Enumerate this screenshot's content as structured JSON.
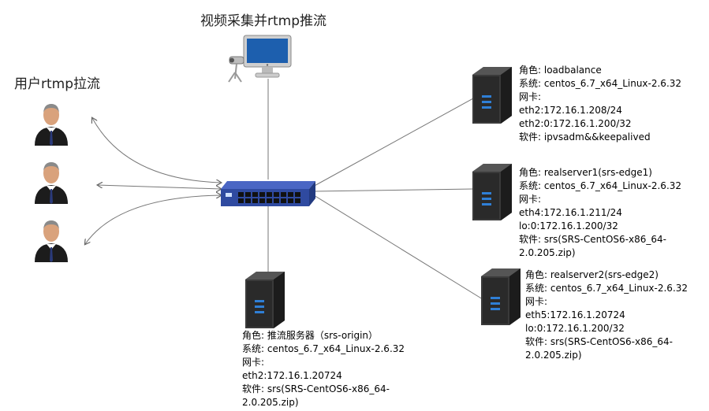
{
  "labels": {
    "capture_title": "视频采集并rtmp推流",
    "pull_title": "用户rtmp拉流"
  },
  "servers": {
    "lb": {
      "lines": [
        "角色: loadbalance",
        "系统: centos_6.7_x64_Linux-2.6.32",
        "网卡:",
        "eth2:172.16.1.208/24",
        "eth2:0:172.16.1.200/32",
        "软件: ipvsadm&&keepalived"
      ]
    },
    "rs1": {
      "lines": [
        "角色: realserver1(srs-edge1)",
        "系统: centos_6.7_x64_Linux-2.6.32",
        "网卡:",
        "eth4:172.16.1.211/24",
        "lo:0:172.16.1.200/32",
        "软件: srs(SRS-CentOS6-x86_64-",
        "2.0.205.zip)"
      ]
    },
    "rs2": {
      "lines": [
        "角色: realserver2(srs-edge2)",
        "系统: centos_6.7_x64_Linux-2.6.32",
        "网卡:",
        "eth5:172.16.1.20724",
        "lo:0:172.16.1.200/32",
        "软件: srs(SRS-CentOS6-x86_64-",
        "2.0.205.zip)"
      ]
    },
    "origin": {
      "lines": [
        "角色: 推流服务器（srs-origin）",
        "系统: centos_6.7_x64_Linux-2.6.32",
        "网卡:",
        "eth2:172.16.1.20724",
        "软件: srs(SRS-CentOS6-x86_64-",
        "2.0.205.zip)"
      ]
    }
  },
  "colors": {
    "line": "#777777",
    "switch": "#2f4aa0",
    "server": "#2b2b2b",
    "server_led": "#2f7fd6",
    "suit": "#1c1c1c",
    "skin": "#d9a27c",
    "hair": "#8a8a8a"
  },
  "icons": {
    "switch": "network-switch-icon",
    "server": "server-tower-icon",
    "camera": "webcam-icon",
    "monitor": "monitor-icon",
    "user": "user-avatar-icon"
  }
}
